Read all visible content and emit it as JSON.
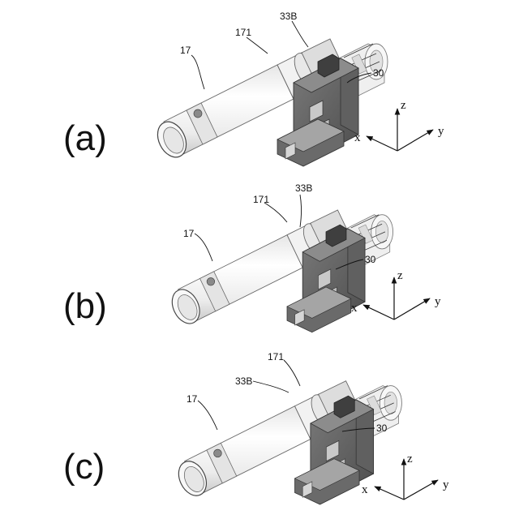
{
  "panels": [
    {
      "id": "a",
      "label": "(a)",
      "refs": {
        "tube": "17",
        "collar": "171",
        "latch": "33B",
        "housing": "30"
      },
      "axes": {
        "x": "x",
        "y": "y",
        "z": "z"
      }
    },
    {
      "id": "b",
      "label": "(b)",
      "refs": {
        "tube": "17",
        "collar": "171",
        "latch": "33B",
        "housing": "30"
      },
      "axes": {
        "x": "x",
        "y": "y",
        "z": "z"
      }
    },
    {
      "id": "c",
      "label": "(c)",
      "refs": {
        "tube": "17",
        "collar": "171",
        "latch": "33B",
        "housing": "30"
      },
      "axes": {
        "x": "x",
        "y": "y",
        "z": "z"
      }
    }
  ],
  "colors": {
    "tube_light": "#f6f6f6",
    "tube_shade": "#cfcfcf",
    "housing_dark": "#5a5a5a",
    "housing_mid": "#777777",
    "housing_light": "#9a9a9a"
  }
}
